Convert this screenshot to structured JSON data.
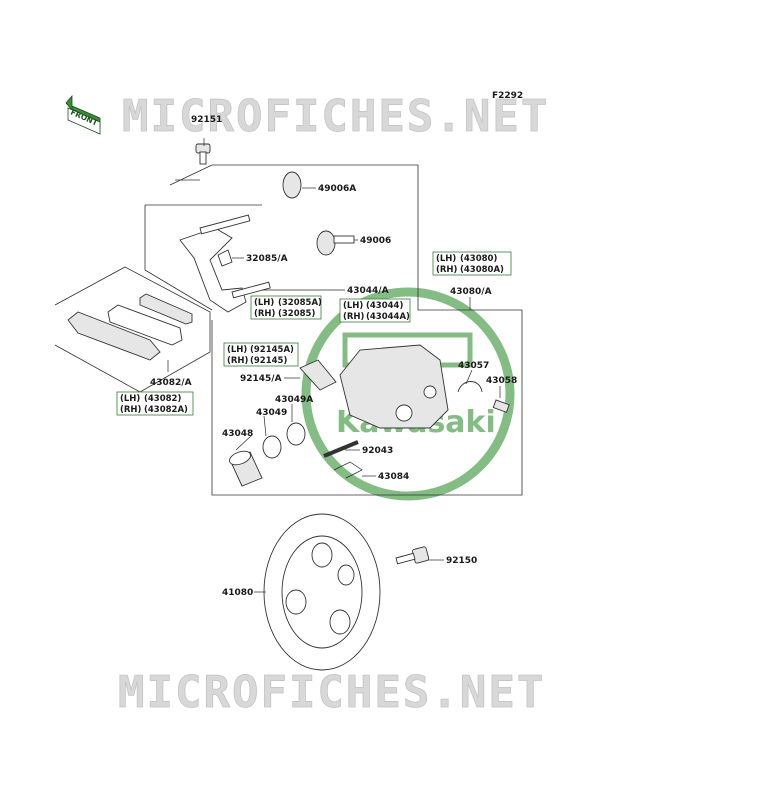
{
  "figure_code": "F2292",
  "watermark_text": "MICROFICHES.NET",
  "front_tag": "FRONT",
  "brand": {
    "line1": "Kawasaki",
    "green": "#5aa75a"
  },
  "parts": {
    "p92151": "92151",
    "p49006A": "49006A",
    "p49006": "49006",
    "p32085A": "32085/A",
    "p43044A": "43044/A",
    "p43082A": "43082/A",
    "p43080A": "43080/A",
    "p43057": "43057",
    "p43058": "43058",
    "p92145A": "92145/A",
    "p43049A": "43049A",
    "p43049": "43049",
    "p43048": "43048",
    "p92043": "92043",
    "p43084": "43084",
    "p92150": "92150",
    "p41080": "41080"
  },
  "boxes": {
    "b32085": {
      "lh_tag": "(LH)",
      "lh_val": "(32085A)",
      "rh_tag": "(RH)",
      "rh_val": "(32085)"
    },
    "b43044": {
      "lh_tag": "(LH)",
      "lh_val": "(43044)",
      "rh_tag": "(RH)",
      "rh_val": "(43044A)"
    },
    "b43080": {
      "lh_tag": "(LH)",
      "lh_val": "(43080)",
      "rh_tag": "(RH)",
      "rh_val": "(43080A)"
    },
    "b92145": {
      "lh_tag": "(LH)",
      "lh_val": "(92145A)",
      "rh_tag": "(RH)",
      "rh_val": "(92145)"
    },
    "b43082": {
      "lh_tag": "(LH)",
      "lh_val": "(43082)",
      "rh_tag": "(RH)",
      "rh_val": "(43082A)"
    }
  }
}
